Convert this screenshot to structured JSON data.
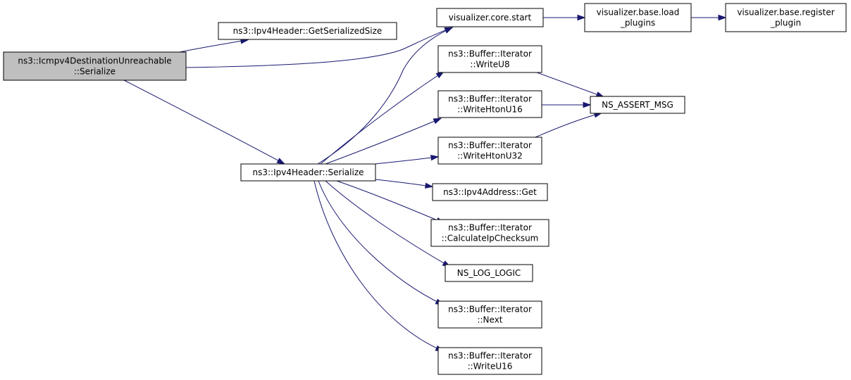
{
  "colors": {
    "edge": "#191970",
    "node_fill": "#ffffff",
    "root_fill": "#bfbfbf",
    "border": "#000000"
  },
  "nodes": [
    {
      "id": "root",
      "lines": [
        "ns3::Icmpv4DestinationUnreachable",
        "::Serialize"
      ],
      "root": true
    },
    {
      "id": "getsize",
      "lines": [
        "ns3::Ipv4Header::GetSerializedSize"
      ]
    },
    {
      "id": "serialize",
      "lines": [
        "ns3::Ipv4Header::Serialize"
      ]
    },
    {
      "id": "vstart",
      "lines": [
        "visualizer.core.start"
      ]
    },
    {
      "id": "vload",
      "lines": [
        "visualizer.base.load",
        "_plugins"
      ]
    },
    {
      "id": "vreg",
      "lines": [
        "visualizer.base.register",
        "_plugin"
      ]
    },
    {
      "id": "wu8",
      "lines": [
        "ns3::Buffer::Iterator",
        "::WriteU8"
      ]
    },
    {
      "id": "wh16",
      "lines": [
        "ns3::Buffer::Iterator",
        "::WriteHtonU16"
      ]
    },
    {
      "id": "wh32",
      "lines": [
        "ns3::Buffer::Iterator",
        "::WriteHtonU32"
      ]
    },
    {
      "id": "assert",
      "lines": [
        "NS_ASSERT_MSG"
      ]
    },
    {
      "id": "ipget",
      "lines": [
        "ns3::Ipv4Address::Get"
      ]
    },
    {
      "id": "cksum",
      "lines": [
        "ns3::Buffer::Iterator",
        "::CalculateIpChecksum"
      ]
    },
    {
      "id": "loglogic",
      "lines": [
        "NS_LOG_LOGIC"
      ]
    },
    {
      "id": "next",
      "lines": [
        "ns3::Buffer::Iterator",
        "::Next"
      ]
    },
    {
      "id": "wu16",
      "lines": [
        "ns3::Buffer::Iterator",
        "::WriteU16"
      ]
    }
  ],
  "edges": [
    {
      "from": "root",
      "to": "getsize"
    },
    {
      "from": "root",
      "to": "vstart"
    },
    {
      "from": "root",
      "to": "serialize"
    },
    {
      "from": "serialize",
      "to": "vstart"
    },
    {
      "from": "serialize",
      "to": "wu8"
    },
    {
      "from": "serialize",
      "to": "wh16"
    },
    {
      "from": "serialize",
      "to": "wh32"
    },
    {
      "from": "serialize",
      "to": "ipget"
    },
    {
      "from": "serialize",
      "to": "cksum"
    },
    {
      "from": "serialize",
      "to": "loglogic"
    },
    {
      "from": "serialize",
      "to": "next"
    },
    {
      "from": "serialize",
      "to": "wu16"
    },
    {
      "from": "vstart",
      "to": "vload"
    },
    {
      "from": "vload",
      "to": "vreg"
    },
    {
      "from": "wu8",
      "to": "assert"
    },
    {
      "from": "wh16",
      "to": "assert"
    },
    {
      "from": "wh32",
      "to": "assert"
    }
  ]
}
